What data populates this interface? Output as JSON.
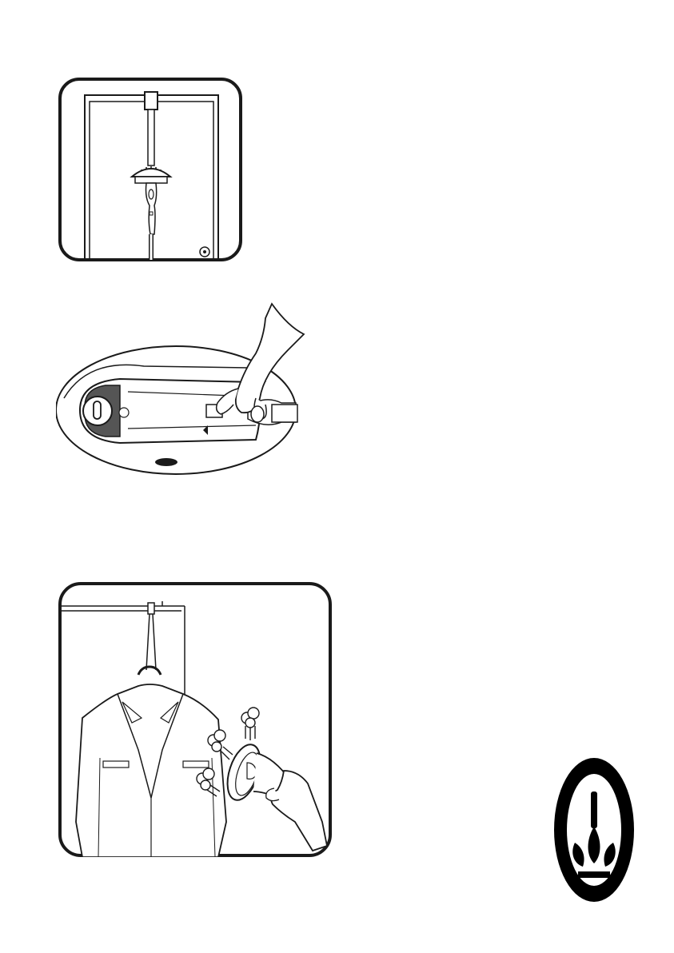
{
  "document": {
    "illustrations": [
      {
        "id": "panel-1",
        "icon": "steamer-on-door-icon"
      },
      {
        "id": "panel-2",
        "icon": "hand-unlock-hose-icon"
      },
      {
        "id": "panel-3",
        "icon": "steaming-jacket-icon"
      }
    ],
    "logo": {
      "icon": "brand-emblem-icon",
      "color": "#000000"
    },
    "colors": {
      "line": "#1a1a1a",
      "background": "#ffffff"
    }
  }
}
